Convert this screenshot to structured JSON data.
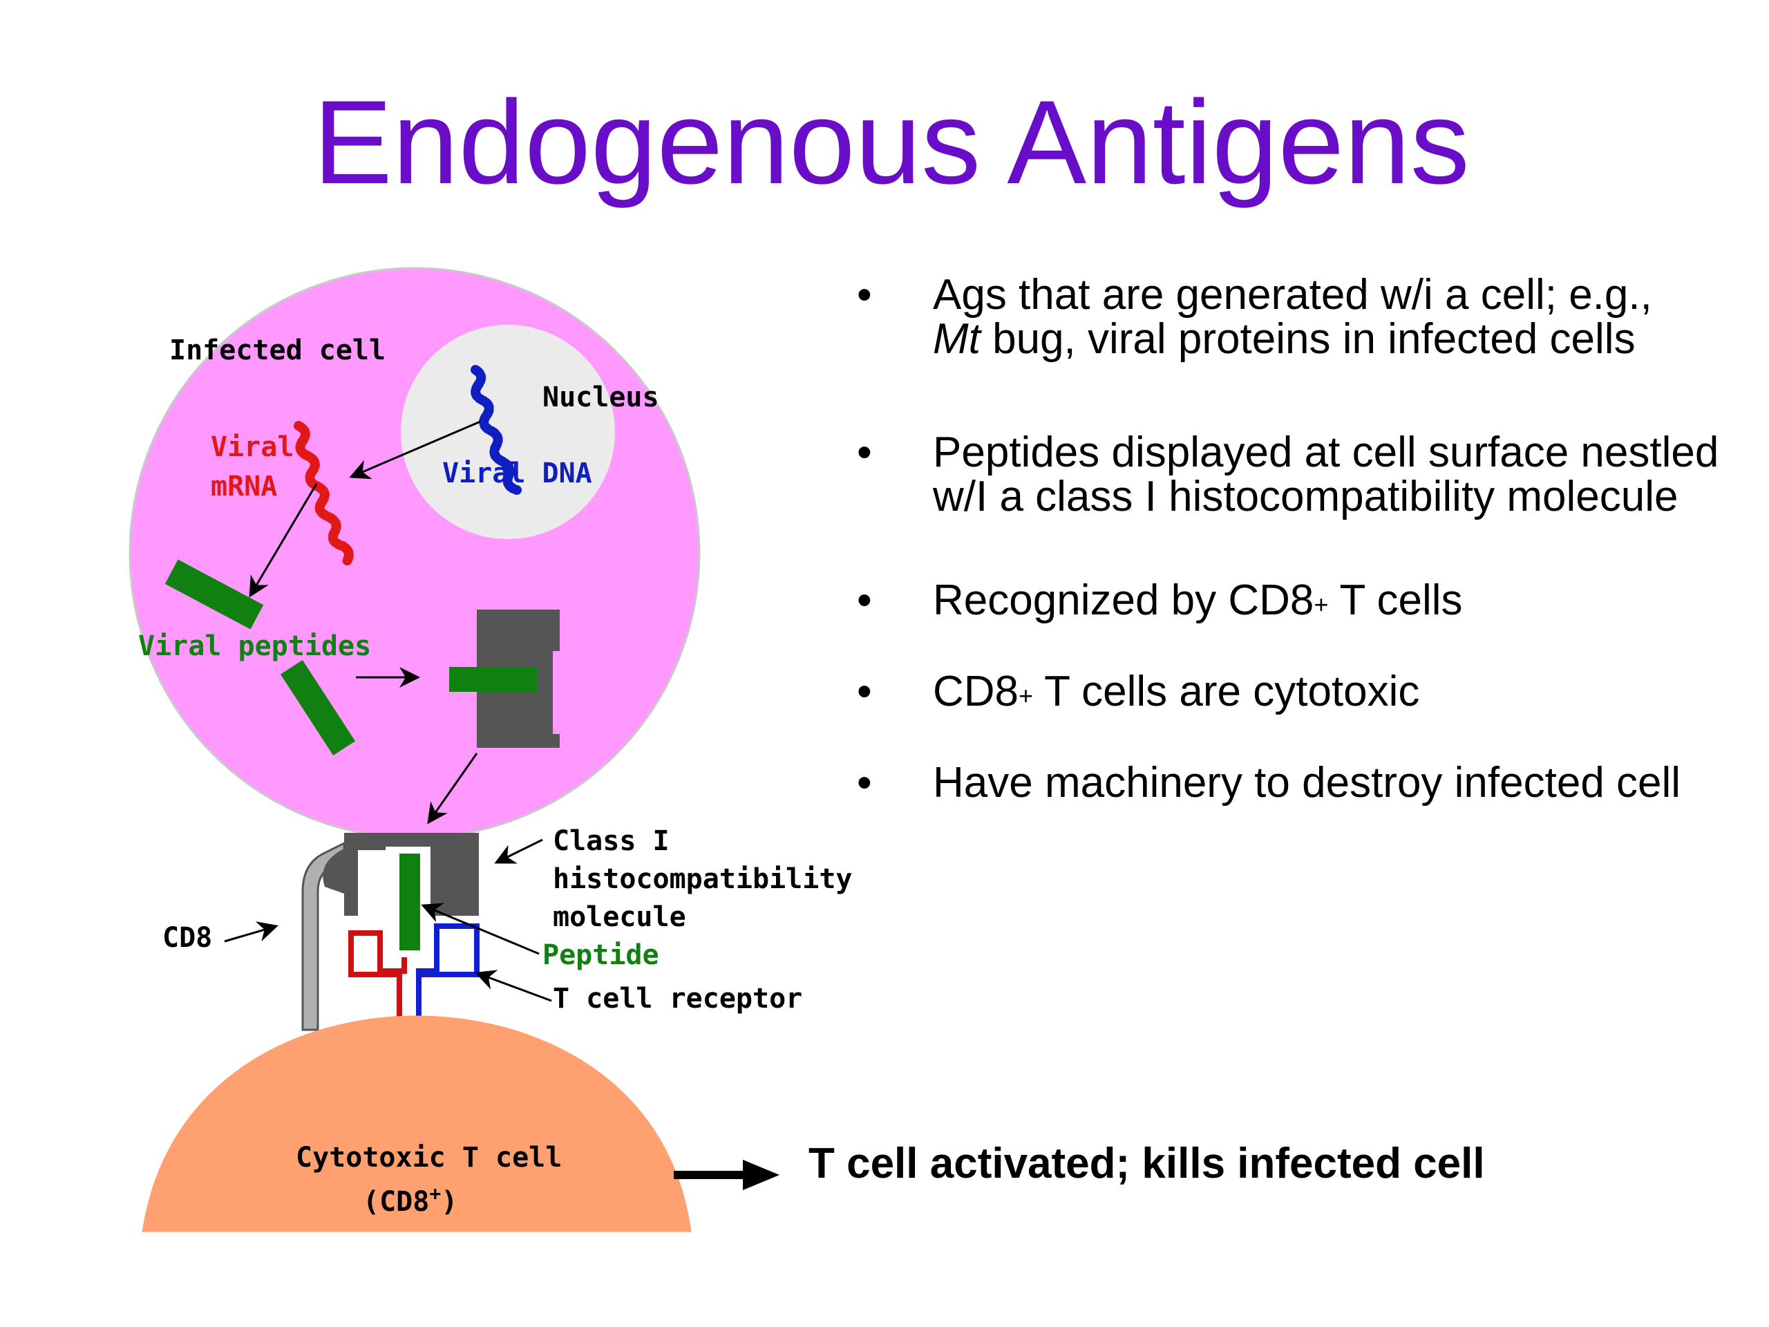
{
  "title": "Endogenous Antigens",
  "colors": {
    "title": "#6a0dc8",
    "infected_cell": "#ff99ff",
    "nucleus": "#ebebeb",
    "t_cell": "#ffa070",
    "mhc": "#555555",
    "peptide": "#108010",
    "mrna": "#e01818",
    "dna": "#1020c0",
    "receptor_red": "#d01010",
    "receptor_blue": "#1020d0"
  },
  "diagram": {
    "labels": {
      "infected_cell": "Infected cell",
      "nucleus": "Nucleus",
      "viral_mrna_line1": "Viral",
      "viral_mrna_line2": "mRNA",
      "viral_dna": "Viral DNA",
      "viral_peptides": "Viral peptides",
      "class1_line1": "Class I",
      "class1_line2": "histocompatibility",
      "class1_line3": "molecule",
      "peptide": "Peptide",
      "t_cell_receptor": "T cell receptor",
      "cd8": "CD8",
      "cytotoxic_line1": "Cytotoxic T cell",
      "cytotoxic_line2_prefix": "(CD8",
      "cytotoxic_line2_sup": "+",
      "cytotoxic_line2_suffix": ")"
    }
  },
  "bullets": {
    "symbol": "•",
    "b1_line1": "Ags that are generated w/i a cell; e.g.,",
    "b1_italic": "Mt",
    "b1_line2_rest": " bug, viral proteins in infected cells",
    "b2": "Peptides displayed at cell surface nestled w/I a class I histocompatibility molecule",
    "b3_pre": "Recognized by CD8",
    "b3_sup": "+",
    "b3_post": " T cells",
    "b4_pre": "CD8",
    "b4_sup": "+",
    "b4_post": " T cells are cytotoxic",
    "b5": "Have machinery to destroy infected cell"
  },
  "result_text": "T cell activated; kills infected cell"
}
